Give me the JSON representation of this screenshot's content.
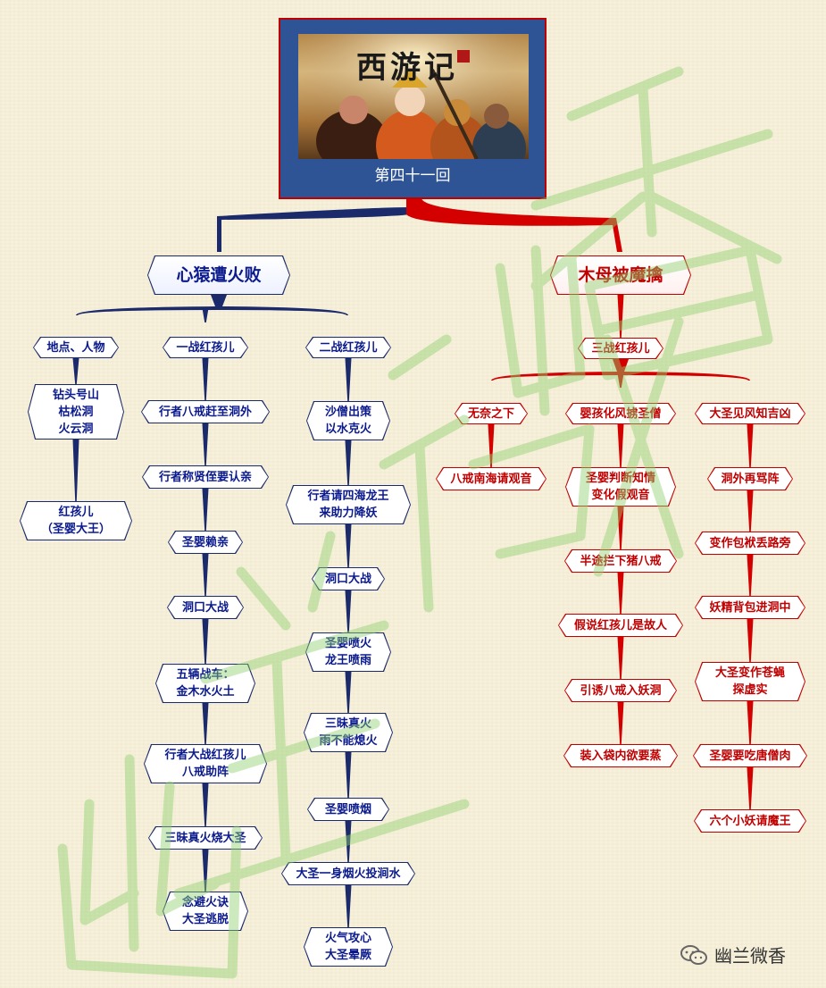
{
  "title": "第四十一回",
  "banner_logo": "西游记",
  "watermark": "幽兰微香",
  "footer_label": "幽兰微香",
  "colors": {
    "blue": "#1b2a6b",
    "red": "#d40000"
  },
  "left_branch": {
    "title": "心猿遭火败",
    "columns": [
      {
        "head": "地点、人物",
        "items": [
          "钻头号山\n枯松洞\n火云洞",
          "红孩儿\n（圣婴大王）"
        ]
      },
      {
        "head": "一战红孩儿",
        "items": [
          "行者八戒赶至洞外",
          "行者称贤侄要认亲",
          "圣婴赖亲",
          "洞口大战",
          "五辆战车：\n金木水火土",
          "行者大战红孩儿\n八戒助阵",
          "三昧真火烧大圣",
          "念避火诀\n大圣逃脱"
        ]
      },
      {
        "head": "二战红孩儿",
        "items": [
          "沙僧出策\n以水克火",
          "行者请四海龙王\n来助力降妖",
          "洞口大战",
          "圣婴喷火\n龙王喷雨",
          "三昧真火\n雨不能熄火",
          "圣婴喷烟",
          "大圣一身烟火投涧水",
          "火气攻心\n大圣晕厥"
        ]
      }
    ]
  },
  "right_branch": {
    "title": "木母被魔擒",
    "sub": "三战红孩儿",
    "columns": [
      {
        "head": "无奈之下",
        "items": [
          "八戒南海请观音"
        ]
      },
      {
        "head": "婴孩化风掳圣僧",
        "items": [
          "圣婴判断知情\n变化假观音",
          "半途拦下猪八戒",
          "假说红孩儿是故人",
          "引诱八戒入妖洞",
          "装入袋内欲要蒸"
        ]
      },
      {
        "head": "大圣见风知吉凶",
        "items": [
          "洞外再骂阵",
          "变作包袱丢路旁",
          "妖精背包进洞中",
          "大圣变作苍蝇\n探虚实",
          "圣婴要吃唐僧肉",
          "六个小妖请魔王"
        ]
      }
    ]
  }
}
